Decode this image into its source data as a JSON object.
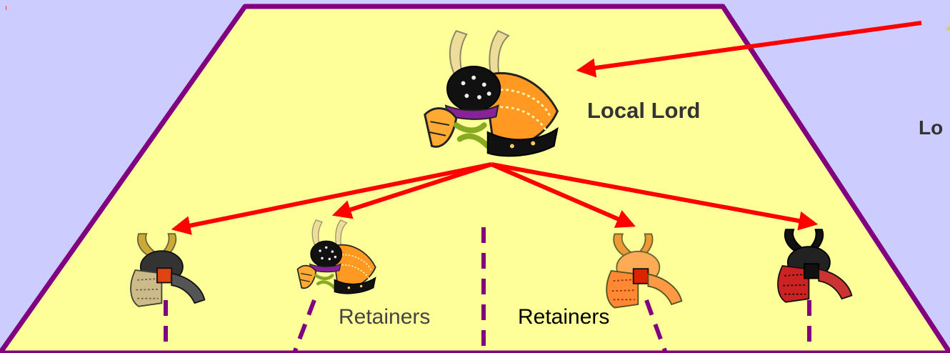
{
  "labels": {
    "local_lord": "Local Lord",
    "offscreen_partial": "Lo",
    "retainers_left": "Retainers",
    "retainers_right": "Retainers"
  },
  "colors": {
    "background": "#ccccff",
    "trapezoid_fill": "#ffff99",
    "trapezoid_border": "#800080",
    "arrow": "#ff0000",
    "dashed_line": "#800080",
    "text_dark": "#333333",
    "text_gray": "#444444"
  },
  "icons": {
    "lord_helmet": "samurai-helmet-icon",
    "retainer_1": "samurai-helmet-icon",
    "retainer_2": "samurai-helmet-icon",
    "retainer_3": "samurai-helmet-icon",
    "retainer_4": "samurai-helmet-icon"
  }
}
